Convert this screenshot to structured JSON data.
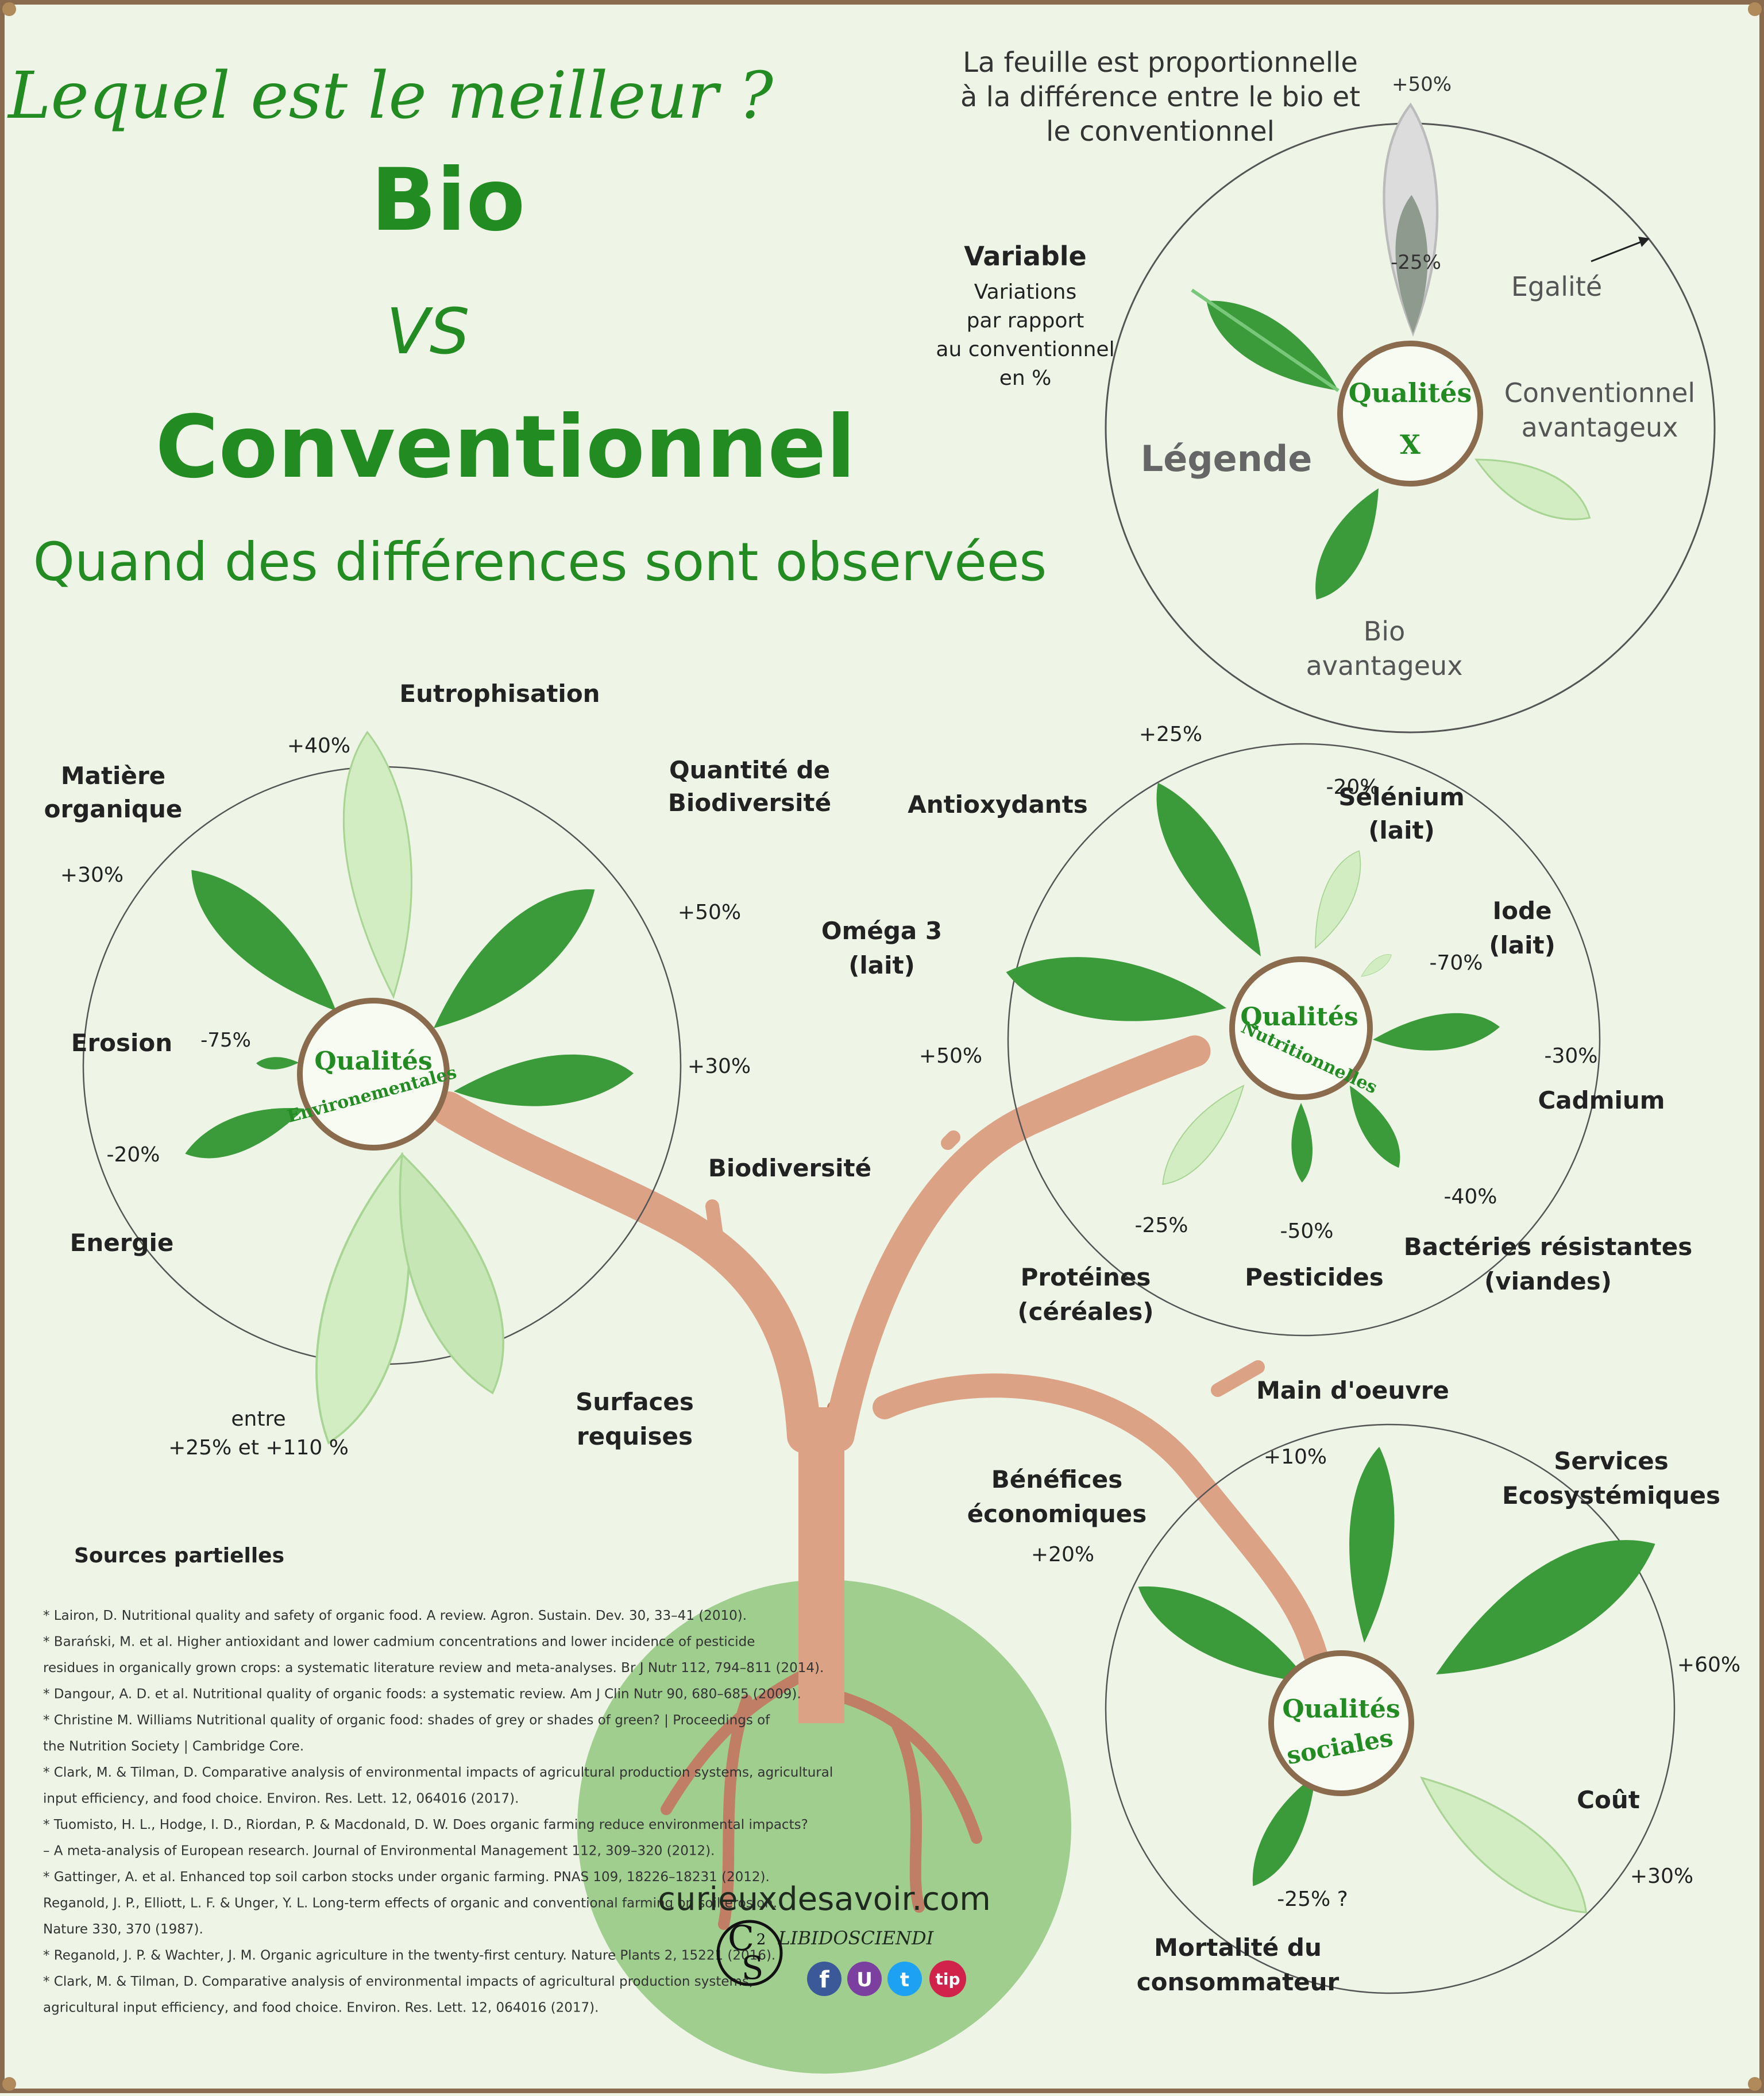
{
  "header": {
    "question": "Lequel est le meilleur ?",
    "title_bio": "Bio",
    "title_vs": "VS",
    "title_conv": "Conventionnel",
    "subtitle": "Quand des différences sont observées"
  },
  "legend": {
    "note_lines": [
      "La feuille est proportionnelle",
      "à la différence entre le bio et",
      "le conventionnel"
    ],
    "pct_plus50": "+50%",
    "pct_minus25": "-25%",
    "variable_title": "Variable",
    "variable_lines": [
      "Variations",
      "par rapport",
      "au conventionnel",
      "en %"
    ],
    "egalite": "Egalité",
    "hub_line1": "Qualités",
    "hub_line2": "X",
    "conv_lines": [
      "Conventionnel",
      "avantageux"
    ],
    "legende": "Légende",
    "bio_lines": [
      "Bio",
      "avantageux"
    ]
  },
  "env": {
    "hub_line1": "Qualités",
    "hub_line2": "Environementales",
    "eutro": "Eutrophisation",
    "eutro_pct": "+40%",
    "matiere_l1": "Matière",
    "matiere_l2": "organique",
    "matiere_pct": "+30%",
    "biodiv_q_l1": "Quantité de",
    "biodiv_q_l2": "Biodiversité",
    "biodiv_q_pct": "+50%",
    "erosion": "Erosion",
    "erosion_pct": "-75%",
    "biodiv": "Biodiversité",
    "biodiv_pct": "+30%",
    "energie": "Energie",
    "energie_pct": "-20%",
    "surf_l1": "Surfaces",
    "surf_l2": "requises",
    "surf_pct_l1": "entre",
    "surf_pct_l2": "+25% et +110 %"
  },
  "nutri": {
    "hub_line1": "Qualités",
    "hub_line2": "Nutritionnelles",
    "antiox": "Antioxydants",
    "antiox_pct": "+25%",
    "selen_l1": "Sélénium",
    "selen_l2": "(lait)",
    "selen_pct": "-20%",
    "iode_l1": "Iode",
    "iode_l2": "(lait)",
    "iode_pct": "-70%",
    "omega_l1": "Oméga 3",
    "omega_l2": "(lait)",
    "omega_pct": "+50%",
    "cadmium": "Cadmium",
    "cadmium_pct": "-30%",
    "bact_l1": "Bactéries résistantes",
    "bact_l2": "(viandes)",
    "bact_pct": "-40%",
    "pest": "Pesticides",
    "pest_pct": "-50%",
    "prot_l1": "Protéines",
    "prot_l2": "(céréales)",
    "prot_pct": "-25%"
  },
  "social": {
    "hub_line1": "Qualités",
    "hub_line2": "sociales",
    "main": "Main d'oeuvre",
    "main_pct": "+10%",
    "benef_l1": "Bénéfices",
    "benef_l2": "économiques",
    "benef_pct": "+20%",
    "serv_l1": "Services",
    "serv_l2": "Ecosystémiques",
    "serv_pct": "+60%",
    "cout": "Coût",
    "cout_pct": "+30%",
    "mort_l1": "Mortalité du",
    "mort_l2": "consommateur",
    "mort_pct": "-25% ?"
  },
  "sources": {
    "title": "Sources partielles",
    "lines": [
      "* Lairon, D. Nutritional quality and safety of organic food. A review. Agron. Sustain. Dev. 30, 33–41 (2010).",
      "* Barański, M. et al. Higher antioxidant and lower cadmium concentrations and lower incidence of pesticide",
      "residues in organically grown crops: a systematic literature review and meta-analyses. Br J Nutr 112, 794–811 (2014).",
      "* Dangour, A. D. et al. Nutritional quality of organic foods: a systematic review. Am J Clin Nutr 90, 680–685 (2009).",
      "* Christine M. Williams  Nutritional quality of organic food: shades of grey or shades of green? | Proceedings of",
      "the Nutrition Society | Cambridge Core.",
      "* Clark, M. & Tilman, D. Comparative analysis of environmental impacts of agricultural production systems, agricultural",
      " input efficiency, and food choice. Environ. Res. Lett. 12, 064016 (2017).",
      "* Tuomisto, H. L., Hodge, I. D., Riordan, P. & Macdonald, D. W. Does organic farming reduce environmental impacts?",
      "– A meta-analysis of European research. Journal of Environmental Management 112, 309–320 (2012).",
      "* Gattinger, A. et al. Enhanced top soil carbon stocks under organic farming. PNAS 109, 18226–18231 (2012).",
      "Reganold, J. P., Elliott, L. F. & Unger, Y. L. Long-term effects of organic and conventional farming on soil erosion.",
      "Nature 330, 370 (1987).",
      "* Reganold, J. P. & Wachter, J. M. Organic agriculture in the twenty-first century. Nature Plants 2, 15221 (2016).",
      "* Clark, M. & Tilman, D. Comparative analysis of environmental impacts of agricultural production systems,",
      "agricultural input efficiency, and food choice. Environ. Res. Lett. 12, 064016 (2017)."
    ]
  },
  "footer": {
    "website": "curieuxdesavoir.com",
    "brand": "LIBIDOSCIENDI",
    "logo_c": "C",
    "logo_2": "2",
    "logo_s": "S",
    "social_f": "f",
    "social_u": "U",
    "social_t": "t",
    "social_tip": "tip"
  },
  "colors": {
    "dark_green": "#228b22",
    "leaf_dark": "#3b9b3b",
    "leaf_light": "#d3edc3",
    "trunk": "#dca286",
    "ground": "#9fce8f",
    "hub_ring": "#8b6b4d",
    "background": "#eef5e6"
  }
}
